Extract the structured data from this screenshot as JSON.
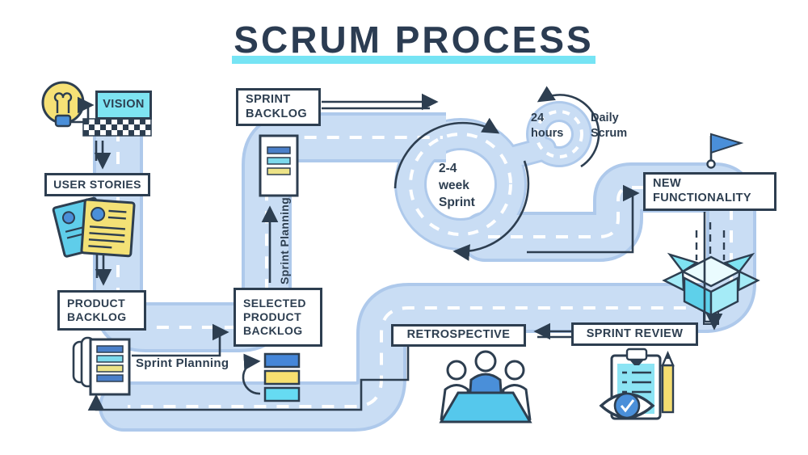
{
  "title": {
    "text": "SCRUM PROCESS"
  },
  "boxes": {
    "vision": "VISION",
    "user_stories": "USER STORIES",
    "product_backlog": "PRODUCT BACKLOG",
    "selected_product_backlog": "SELECTED PRODUCT BACKLOG",
    "sprint_backlog": "SPRINT BACKLOG",
    "new_functionality": "NEW FUNCTIONALITY",
    "sprint_review": "SPRINT REVIEW",
    "retrospective": "RETROSPECTIVE"
  },
  "labels": {
    "sprint_planning_bottom": "Sprint Planning",
    "sprint_planning_vertical": "Sprint Planning",
    "sprint_duration": "2-4 week Sprint",
    "daily_cycle": "24 hours",
    "daily_scrum": "Daily Scrum"
  },
  "icons": [
    "lightbulb-icon",
    "checkered-flag-icon",
    "user-story-cards-icon",
    "product-backlog-scroll-icon",
    "selected-backlog-bars-icon",
    "sprint-backlog-card-icon",
    "goal-flag-icon",
    "release-box-icon",
    "retrospective-meeting-icon",
    "review-clipboard-icon"
  ],
  "colors": {
    "navy": "#2d3e50",
    "road_fill": "#c9ddf4",
    "road_edge": "#aec9eb",
    "accent_cyan": "#76e4f4",
    "vision_bg": "#7ee4f2",
    "blue": "#4a8fd9",
    "yellow": "#f3e176",
    "light_cyan": "#66dbf2"
  }
}
